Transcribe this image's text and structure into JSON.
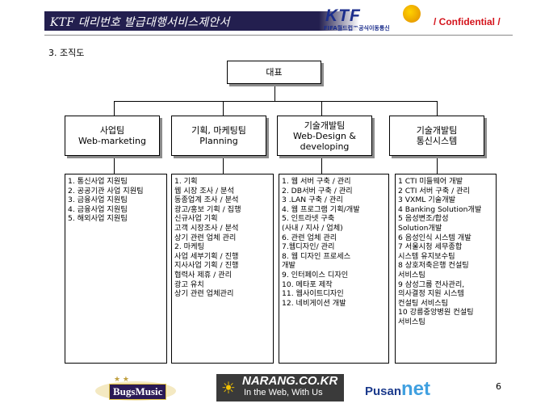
{
  "header": {
    "title": "KTF 대리번호 발급대행서비스제안서",
    "logo_text": "KTF",
    "logo_sub": "FIFA월드컵™공식이동통신",
    "confidential": "/ Confidential /"
  },
  "section_title": "3. 조직도",
  "root": {
    "label": "대표"
  },
  "departments": [
    {
      "lines": [
        "사업팀",
        "Web-marketing"
      ]
    },
    {
      "lines": [
        "기획, 마케팅팀",
        "Planning"
      ]
    },
    {
      "lines": [
        "기술개발팀",
        "Web-Design &",
        "developing"
      ]
    },
    {
      "lines": [
        "기술개발팀",
        "통신시스템"
      ]
    }
  ],
  "duties": [
    [
      "1. 통신사업 지원팀",
      "2. 공공기관 사업 지원팀",
      "3. 금융사업 지원팀",
      "4. 금융사업 지원팀",
      "5. 해외사업 지원팀"
    ],
    [
      "1. 기획",
      "웹 시장 조사 / 분석",
      "동종업계 조사 / 분석",
      "광고/홍보 기획 / 집행",
      "신규사업 기획",
      "고객 시장조사 / 분석",
      "상기 관련 업체 관리",
      "2. 마케팅",
      "사업 세부기획 / 진행",
      "지사사업 기획 / 진행",
      "협력사 제휴 / 관리",
      "광고 유치",
      "상기 관련 업체관리"
    ],
    [
      "1. 웹 서버 구축 / 관리",
      "2. DB서버 구축 / 관리",
      "3 .LAN 구축 / 관리",
      "4. 웹 프로그램 기획/개발",
      "5. 인트라넷 구축",
      "   (사내 / 지사 / 업체)",
      "6. 관련 업체 관리",
      "7.웹디자인/ 관리",
      "8. 웹 디자인 프로세스",
      "   개발",
      "9. 인터페이스 디자인",
      "10. 메타포 제작",
      "11. 웹사이트디자인",
      "12. 네비게이션 개발"
    ],
    [
      "1   CTI 미들웨어 개발",
      "2   CTI 서버 구축 / 관리",
      "3   VXML 기술개발",
      "4   Banking Solution개발",
      "5   음성변조/합성",
      "     Solution개발",
      "6   음성인식 시스템 개발",
      "7   서울시청 세무종합",
      "     시스템 유지보수팀",
      "8   상호저축은행 컨설팅",
      "     서비스팀",
      "9   삼성그룹 전사관리,",
      "     의사결정 지원 시스템",
      "     컨설팅 서비스팀",
      "10 강릉중앙병원 컨설팅",
      "     서비스팀"
    ]
  ],
  "footer": {
    "bugs_logo": "BugsMusic",
    "narang_main": "NARANG.CO.KR",
    "narang_sub": "In the Web, With Us",
    "pusan_a": "Pusan",
    "pusan_b": "net",
    "page_number": "6"
  }
}
